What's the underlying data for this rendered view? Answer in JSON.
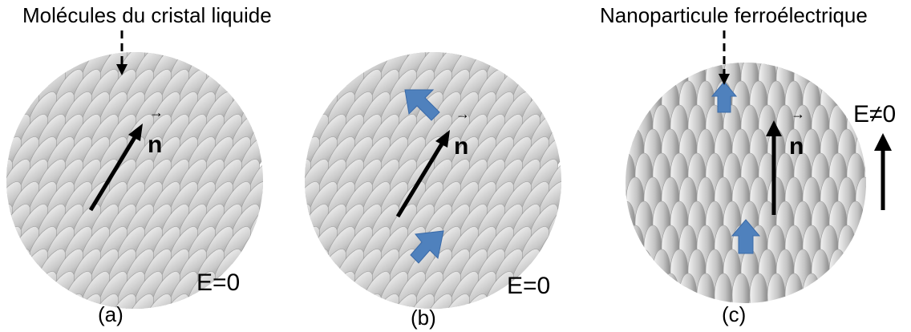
{
  "labels": {
    "top_left": "Molécules du cristal liquide",
    "top_right": "Nanoparticule ferroélectrique",
    "field_a": "E=0",
    "field_b": "E=0",
    "field_c": "E≠0",
    "director": "n",
    "caption_a": "(a)",
    "caption_b": "(b)",
    "caption_c": "(c)"
  },
  "colors": {
    "molecule_light": "#f2f2f2",
    "molecule_dark": "#8c8c8c",
    "particle_outline": "#595959",
    "polarization_arrow": "#4f81bd",
    "arrow": "#000000"
  },
  "icons": {
    "director_arrow": "director-arrow-icon",
    "polarization": "polarization-arrow-icon",
    "field": "field-arrow-icon"
  }
}
